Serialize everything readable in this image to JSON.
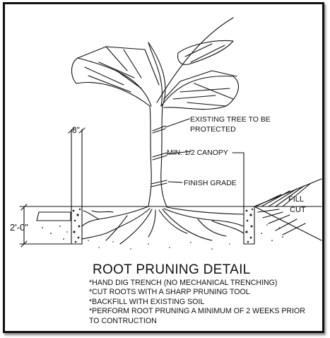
{
  "labels": {
    "existing_tree_line1": "EXISTING TREE TO BE",
    "existing_tree_line2": "PROTECTED",
    "canopy": "MIN. 1/2 CANOPY",
    "finish_grade": "FINISH GRADE",
    "fill": "FILL",
    "cut": "CUT",
    "depth": "2'-0\"",
    "width": "8\""
  },
  "title": "ROOT PRUNING DETAIL",
  "notes": [
    "*HAND DIG TRENCH (NO MECHANICAL TRENCHING)",
    "*CUT ROOTS WITH A SHARP PRUNING TOOL",
    "*BACKFILL WITH EXISTING SOIL",
    "*PERFORM ROOT PRUNING A MINIMUM OF 2 WEEKS PRIOR",
    "TO CONTRUCTION"
  ]
}
